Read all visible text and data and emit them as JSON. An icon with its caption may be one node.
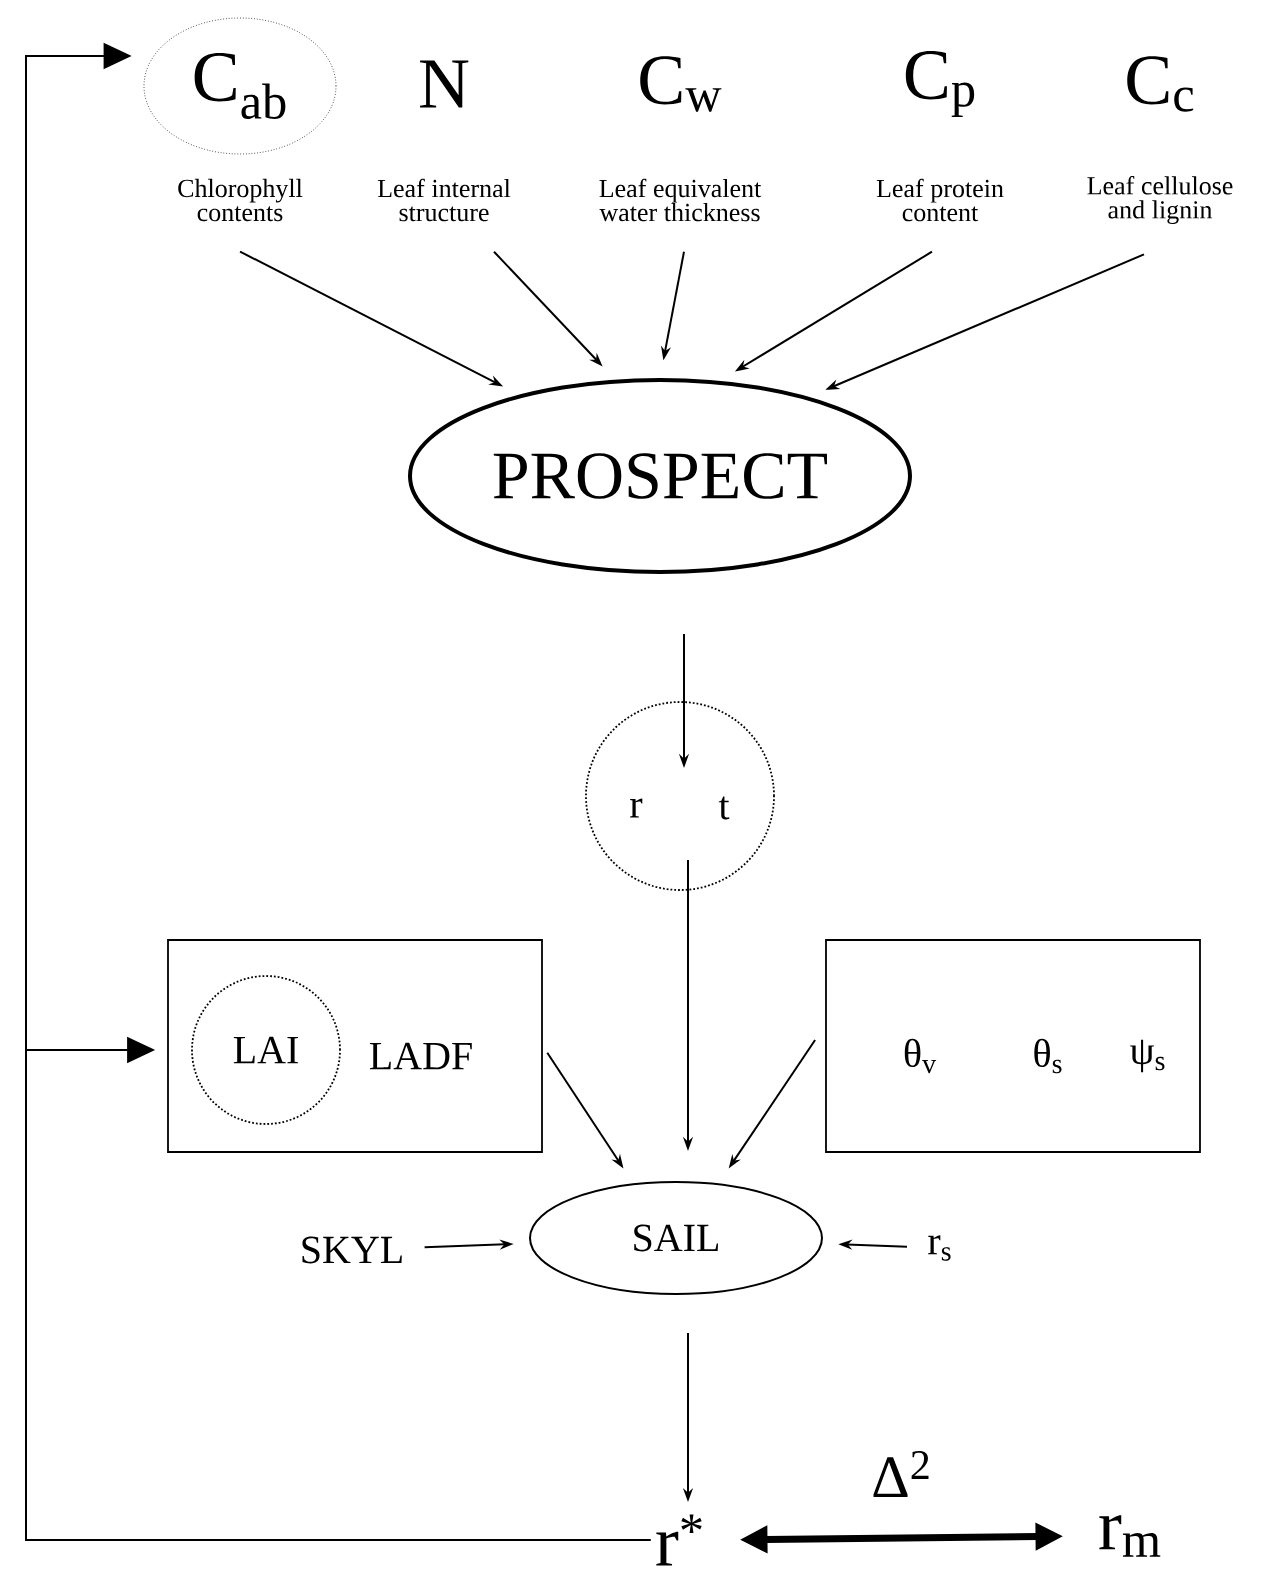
{
  "diagram": {
    "nodes": [
      {
        "text": [
          "C$_{ab}$"
        ],
        "beside": [
          "Chlorophyll contents"
        ]
      },
      {
        "text": [
          "N"
        ],
        "beside": [
          "Leaf internal structure"
        ]
      },
      {
        "text": [
          "C$_{w}$"
        ],
        "beside": [
          "Leaf equivalent water thickness"
        ]
      },
      {
        "text": [
          "C$_{p}$"
        ],
        "beside": [
          "Leaf protein content"
        ]
      },
      {
        "text": [
          "C$_{c}$"
        ],
        "beside": [
          "Leaf cellulose and lignin"
        ]
      },
      {
        "text": [
          "PROSPECT"
        ]
      },
      {
        "text": [
          "r",
          "t"
        ]
      },
      {
        "text": [
          "LADF"
        ]
      },
      {
        "text": [
          "LAI"
        ],
        "in": 7
      },
      {
        "text": [
          "θ$_{v}$",
          "θ$_{s}$",
          "ψ$_{s}$"
        ]
      },
      {
        "text": [
          "SKYL"
        ]
      },
      {
        "text": [
          "SAIL"
        ]
      },
      {
        "text": [
          "r$_{s}$"
        ]
      },
      {
        "text": [
          "r$^{*}$"
        ]
      },
      {
        "text": [
          "r$_{m}$"
        ]
      }
    ],
    "edges": [
      {
        "from": 0,
        "to": 5,
        "arrow": "to"
      },
      {
        "from": 1,
        "to": 5,
        "arrow": "to"
      },
      {
        "from": 2,
        "to": 5,
        "arrow": "to"
      },
      {
        "from": 3,
        "to": 5,
        "arrow": "to"
      },
      {
        "from": 4,
        "to": 5,
        "arrow": "to"
      },
      {
        "from": 5,
        "to": 6,
        "arrow": "to"
      },
      {
        "from": 6,
        "to": 11,
        "arrow": "to"
      },
      {
        "from": 7,
        "to": 11,
        "arrow": "to"
      },
      {
        "from": 9,
        "to": 11,
        "arrow": "to"
      },
      {
        "from": 10,
        "to": 11,
        "arrow": "to"
      },
      {
        "from": 12,
        "to": 11,
        "arrow": "to"
      },
      {
        "from": 11,
        "to": 13,
        "arrow": "to"
      },
      {
        "from": 13,
        "to": 0,
        "arrow": "to"
      },
      {
        "from": 13,
        "to": 7,
        "arrow": "to"
      },
      {
        "from": 13,
        "to": 14,
        "arrow": "both",
        "style": "thick",
        "label": "Δ$^{2}$"
      }
    ]
  }
}
